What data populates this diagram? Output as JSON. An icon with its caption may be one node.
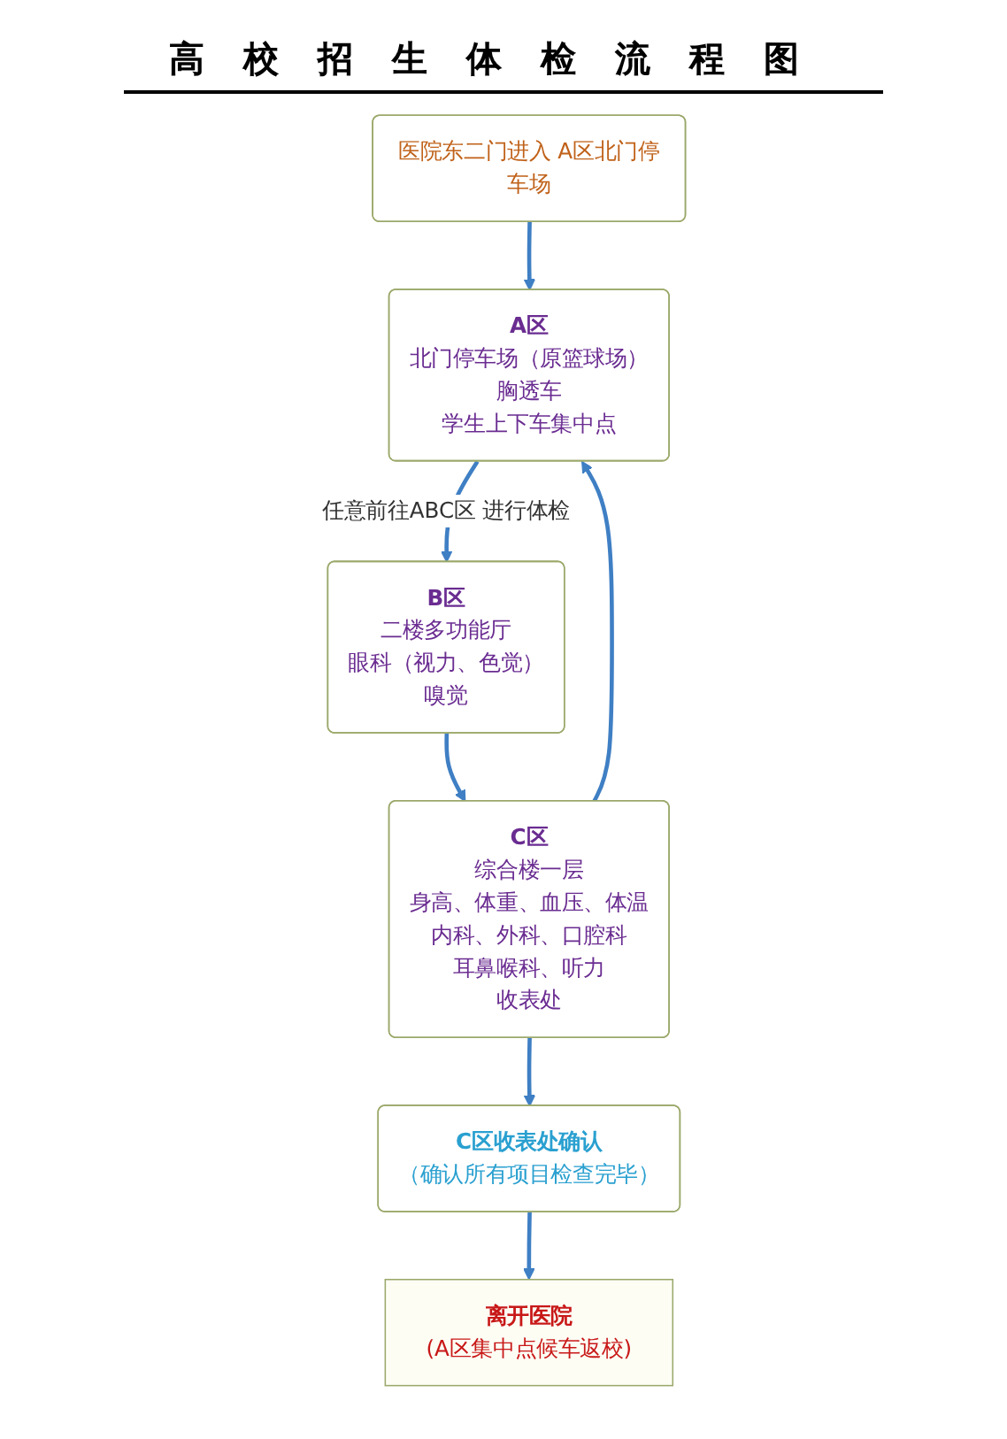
{
  "diagram": {
    "title": "高校招生体检流程图",
    "nodes": [
      {
        "text": [
          "医院东二门进入 A区北门停车场"
        ]
      },
      {
        "text": [
          "A区",
          "北门停车场（原篮球场）",
          "胸透车",
          "学生上下车集中点"
        ]
      },
      {
        "text": [
          "B区",
          "二楼多功能厅",
          "眼科（视力、色觉）",
          "嗅觉"
        ]
      },
      {
        "text": [
          "C区",
          "综合楼一层",
          "身高、体重、血压、体温",
          "内科、外科、口腔科",
          "耳鼻喉科、听力",
          "收表处"
        ]
      },
      {
        "text": [
          "C区收表处确认",
          "（确认所有项目检查完毕）"
        ]
      },
      {
        "text": [
          "离开医院",
          "(A区集中点候车返校)"
        ]
      }
    ],
    "edges": [
      {
        "from": 0,
        "to": 1,
        "arrow": "to"
      },
      {
        "from": 1,
        "to": 2,
        "arrow": "to",
        "label": "任意前往ABC区 进行体检"
      },
      {
        "from": 2,
        "to": 3,
        "arrow": "to"
      },
      {
        "from": 3,
        "to": 1,
        "arrow": "to"
      },
      {
        "from": 3,
        "to": 4,
        "arrow": "to"
      },
      {
        "from": 4,
        "to": 5,
        "arrow": "to"
      }
    ]
  }
}
